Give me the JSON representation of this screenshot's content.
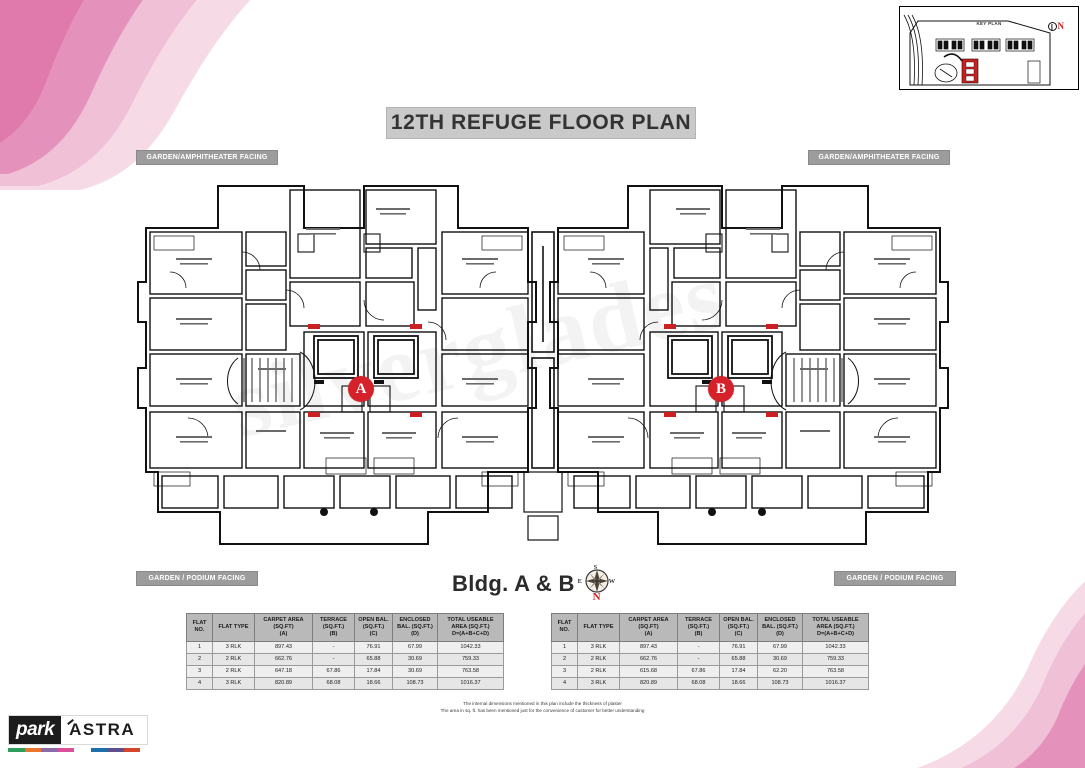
{
  "title": {
    "text": "12TH REFUGE FLOOR PLAN"
  },
  "keyplan": {
    "label": "KEY PLAN",
    "north_letter": "N"
  },
  "facings": {
    "top_left": "GARDEN/AMPHITHEATER FACING",
    "top_right": "GARDEN/AMPHITHEATER FACING",
    "bottom_left": "GARDEN / PODIUM FACING",
    "bottom_right": "GARDEN / PODIUM FACING"
  },
  "markers": {
    "a": "A",
    "b": "B"
  },
  "building_caption": {
    "text": "Bldg. A & B"
  },
  "compass": {
    "north": "N",
    "south": "S",
    "east": "E",
    "west": "W"
  },
  "watermark": {
    "text": "silverglades"
  },
  "tables": {
    "headers": [
      "FLAT NO.",
      "FLAT TYPE",
      "CARPET AREA (SQ.FT) (A)",
      "TERRACE (SQ.FT.) (B)",
      "OPEN BAL. (SQ.FT.) (C)",
      "ENCLOSED BAL. (SQ.FT.) (D)",
      "TOTAL USEABLE AREA (SQ.FT.) D=(A+B+C+D)"
    ],
    "headers_lines": {
      "no": [
        "FLAT",
        "NO."
      ],
      "type": [
        "FLAT TYPE"
      ],
      "carpet": [
        "CARPET AREA",
        "(SQ.FT)",
        "(A)"
      ],
      "terrace": [
        "TERRACE",
        "(SQ.FT.)",
        "(B)"
      ],
      "open": [
        "OPEN BAL.",
        "(SQ.FT.)",
        "(C)"
      ],
      "enclosed": [
        "ENCLOSED",
        "BAL. (SQ.FT.)",
        "(D)"
      ],
      "total": [
        "TOTAL USEABLE",
        "AREA (SQ.FT.)",
        "D=(A+B+C+D)"
      ]
    },
    "left": {
      "rows": [
        {
          "no": "1",
          "type": "3 RLK",
          "carpet": "897.43",
          "terrace": "-",
          "open": "76.91",
          "enclosed": "67.99",
          "total": "1042.33"
        },
        {
          "no": "2",
          "type": "2 RLK",
          "carpet": "662.76",
          "terrace": "-",
          "open": "65.88",
          "enclosed": "30.69",
          "total": "759.33"
        },
        {
          "no": "3",
          "type": "2 RLK",
          "carpet": "647.18",
          "terrace": "67.86",
          "open": "17.84",
          "enclosed": "30.69",
          "total": "763.58"
        },
        {
          "no": "4",
          "type": "3 RLK",
          "carpet": "820.89",
          "terrace": "68.08",
          "open": "18.66",
          "enclosed": "108.73",
          "total": "1016.37"
        }
      ]
    },
    "right": {
      "rows": [
        {
          "no": "1",
          "type": "3 RLK",
          "carpet": "897.43",
          "terrace": "-",
          "open": "76.91",
          "enclosed": "67.99",
          "total": "1042.33"
        },
        {
          "no": "2",
          "type": "2 RLK",
          "carpet": "662.76",
          "terrace": "-",
          "open": "65.88",
          "enclosed": "30.69",
          "total": "759.33"
        },
        {
          "no": "3",
          "type": "2 RLK",
          "carpet": "615.68",
          "terrace": "67.86",
          "open": "17.84",
          "enclosed": "62.20",
          "total": "763.58"
        },
        {
          "no": "4",
          "type": "3 RLK",
          "carpet": "820.89",
          "terrace": "68.08",
          "open": "18.66",
          "enclosed": "108.73",
          "total": "1016.37"
        }
      ]
    }
  },
  "footnote": {
    "line1": "The internal dimensions mentioned in this plan include the thickness of plaster",
    "line2": "The area in sq. ft. has been mentioned just for the convenience of customer for better understanding"
  },
  "logo": {
    "part1": "park",
    "part2": "ASTRA"
  },
  "colors": {
    "accent_red": "#d5222a",
    "pink_light": "#f6dbe7",
    "pink_mid": "#f0c0d7",
    "pink_deep": "#e491bc",
    "banner_grey": "#c9c9c9",
    "label_grey": "#9c9c9c",
    "table_header_grey": "#b9b9b9"
  }
}
